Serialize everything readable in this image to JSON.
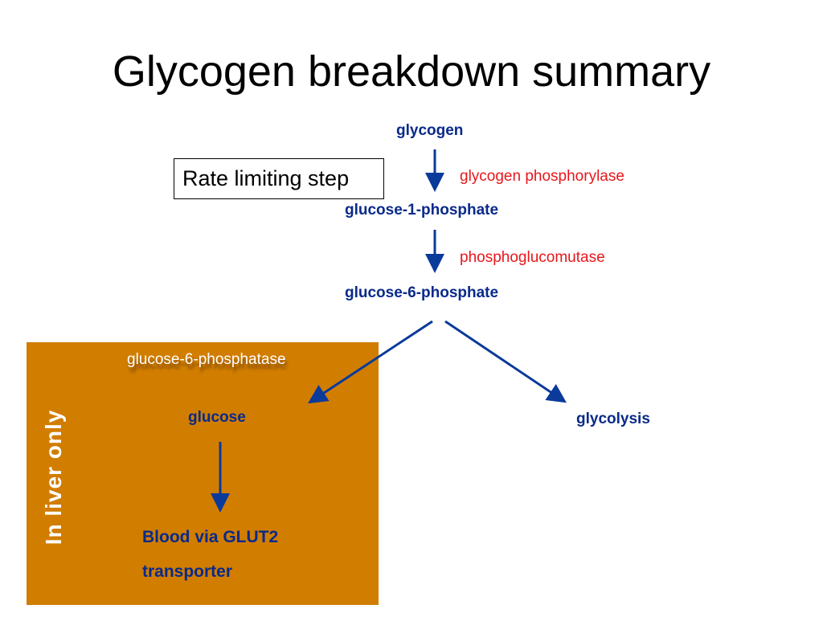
{
  "title": "Glycogen breakdown summary",
  "nodes": {
    "glycogen": "glycogen",
    "g1p": "glucose-1-phosphate",
    "g6p": "glucose-6-phosphate",
    "glucose": "glucose",
    "glycolysis": "glycolysis",
    "blood_line1": "Blood via GLUT2",
    "blood_line2": "transporter"
  },
  "enzymes": {
    "phosphorylase": "glycogen phosphorylase",
    "phosphoglucomutase": "phosphoglucomutase",
    "g6pase": "glucose-6-phosphatase"
  },
  "rate_limiting": "Rate limiting step",
  "liver_label": "In  liver only",
  "colors": {
    "node": "#0a2a8a",
    "enzyme": "#e8161b",
    "arrow": "#0a3a9a",
    "liver_box": "#d17d00"
  }
}
